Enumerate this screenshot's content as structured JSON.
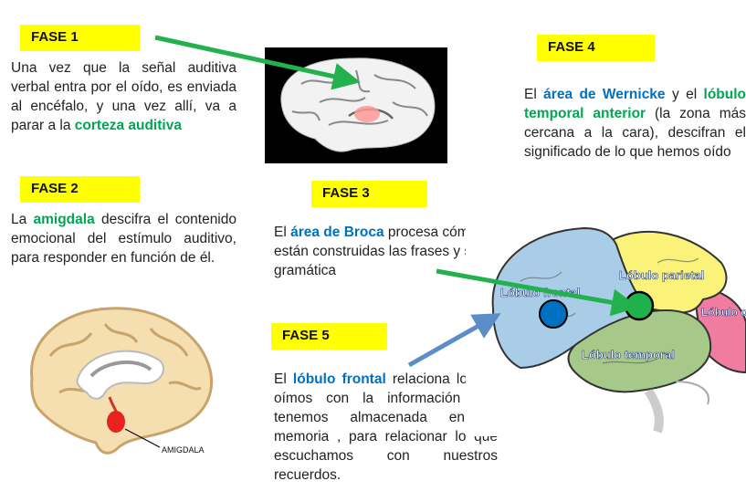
{
  "phase1": {
    "label": "FASE 1",
    "text_before": "Una vez que la señal auditiva verbal entra por el oído, es enviada al encéfalo, y una vez allí, va a parar a la ",
    "highlight": "corteza auditiva"
  },
  "phase2": {
    "label": "FASE 2",
    "text_before": "La ",
    "highlight": "amigdala",
    "text_after": " descifra el contenido emocional del estímulo auditivo, para responder en función de él."
  },
  "phase3": {
    "label": "FASE 3",
    "text_before": "El ",
    "highlight": "área de Broca",
    "text_after": " procesa cómo están construidas las frases y su gramática"
  },
  "phase4": {
    "label": "FASE 4",
    "text_before": "El ",
    "highlight1": "área de Wernicke",
    "text_mid": " y el ",
    "highlight2": "lóbulo temporal anterior",
    "text_after": " (la zona más cercana a la cara), descifran el significado de lo que hemos oído"
  },
  "phase5": {
    "label": "FASE 5",
    "text_before": "El ",
    "highlight": "lóbulo frontal",
    "text_after": " relaciona lo que oímos con la información que tenemos almacenada en la memoria , para relacionar lo que escuchamos con nuestros recuerdos."
  },
  "amygdala_diagram": {
    "label": "AMIGDALA"
  },
  "lobes_diagram": {
    "frontal": "Lóbulo frontal",
    "parietal": "Lóbulo parietal",
    "temporal": "Lóbulo temporal",
    "occipital": "Lóbulo occipital"
  },
  "colors": {
    "label_bg": "#ffff00",
    "green": "#00a651",
    "blue": "#0070c0",
    "arrow_green": "#22b14c",
    "arrow_blue": "#5b8ec8"
  }
}
